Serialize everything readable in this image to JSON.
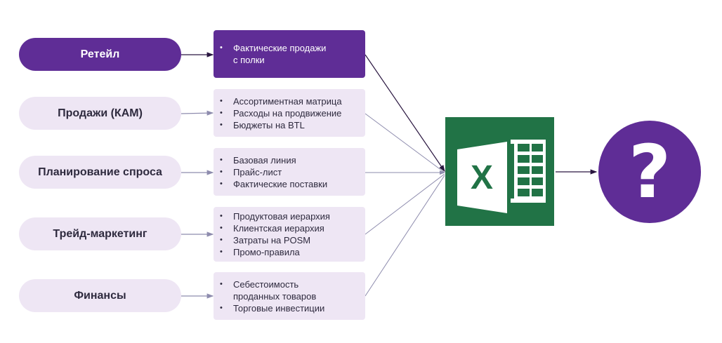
{
  "colors": {
    "accent_purple": "#5f2d96",
    "light_purple": "#eee6f4",
    "excel_green": "#217346",
    "line_dark": "#2a1640",
    "line_light": "#8e8cae"
  },
  "sources": [
    {
      "label": "Ретейл",
      "active": true,
      "items": [
        "Фактические продажи",
        "с полки"
      ]
    },
    {
      "label": "Продажи (КАМ)",
      "active": false,
      "items": [
        "Ассортиментная матрица",
        "Расходы на продвижение",
        "Бюджеты на BTL"
      ]
    },
    {
      "label": "Планирование спроса",
      "active": false,
      "items": [
        "Базовая линия",
        "Прайс-лист",
        "Фактические поставки"
      ]
    },
    {
      "label": "Трейд-маркетинг",
      "active": false,
      "items": [
        "Продуктовая иерархия",
        "Клиентская иерархия",
        "Затраты на POSM",
        "Промо-правила"
      ]
    },
    {
      "label": "Финансы",
      "active": false,
      "items": [
        "Себестоимость",
        "проданных товаров",
        "Торговые инвестиции"
      ]
    }
  ],
  "hub": {
    "icon": "excel-icon",
    "letter": "X"
  },
  "result": {
    "icon": "question-mark-icon",
    "symbol": "?"
  }
}
